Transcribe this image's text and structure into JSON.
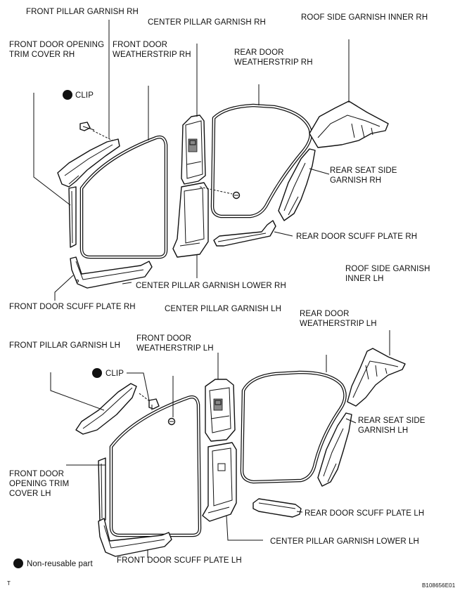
{
  "labels": {
    "front_pillar_garnish_rh": "FRONT PILLAR GARNISH RH",
    "center_pillar_garnish_rh": "CENTER PILLAR GARNISH RH",
    "roof_side_garnish_inner_rh": "ROOF SIDE GARNISH INNER RH",
    "front_door_opening_trim_cover_rh": "FRONT DOOR OPENING\nTRIM COVER RH",
    "front_door_weatherstrip_rh": "FRONT DOOR\nWEATHERSTRIP RH",
    "rear_door_weatherstrip_rh": "REAR DOOR\nWEATHERSTRIP RH",
    "clip_rh": "CLIP",
    "rear_seat_side_garnish_rh": "REAR SEAT SIDE\nGARNISH RH",
    "rear_door_scuff_plate_rh": "REAR DOOR SCUFF PLATE RH",
    "roof_side_garnish_inner_lh": "ROOF SIDE GARNISH\nINNER LH",
    "center_pillar_garnish_lower_rh": "CENTER PILLAR GARNISH LOWER RH",
    "front_door_scuff_plate_rh": "FRONT DOOR SCUFF PLATE RH",
    "center_pillar_garnish_lh": "CENTER PILLAR GARNISH LH",
    "rear_door_weatherstrip_lh": "REAR DOOR\nWEATHERSTRIP LH",
    "front_door_weatherstrip_lh": "FRONT DOOR\nWEATHERSTRIP LH",
    "front_pillar_garnish_lh": "FRONT PILLAR GARNISH LH",
    "clip_lh": "CLIP",
    "rear_seat_side_garnish_lh": "REAR SEAT SIDE\nGARNISH LH",
    "front_door_opening_trim_cover_lh": "FRONT DOOR\nOPENING TRIM\nCOVER LH",
    "rear_door_scuff_plate_lh": "REAR DOOR SCUFF PLATE LH",
    "center_pillar_garnish_lower_lh": "CENTER PILLAR GARNISH LOWER LH",
    "front_door_scuff_plate_lh": "FRONT DOOR SCUFF PLATE LH"
  },
  "legend": {
    "non_reusable_part": "Non-reusable part"
  },
  "footer": {
    "corner_mark": "T",
    "figure_id": "B108656E01"
  }
}
